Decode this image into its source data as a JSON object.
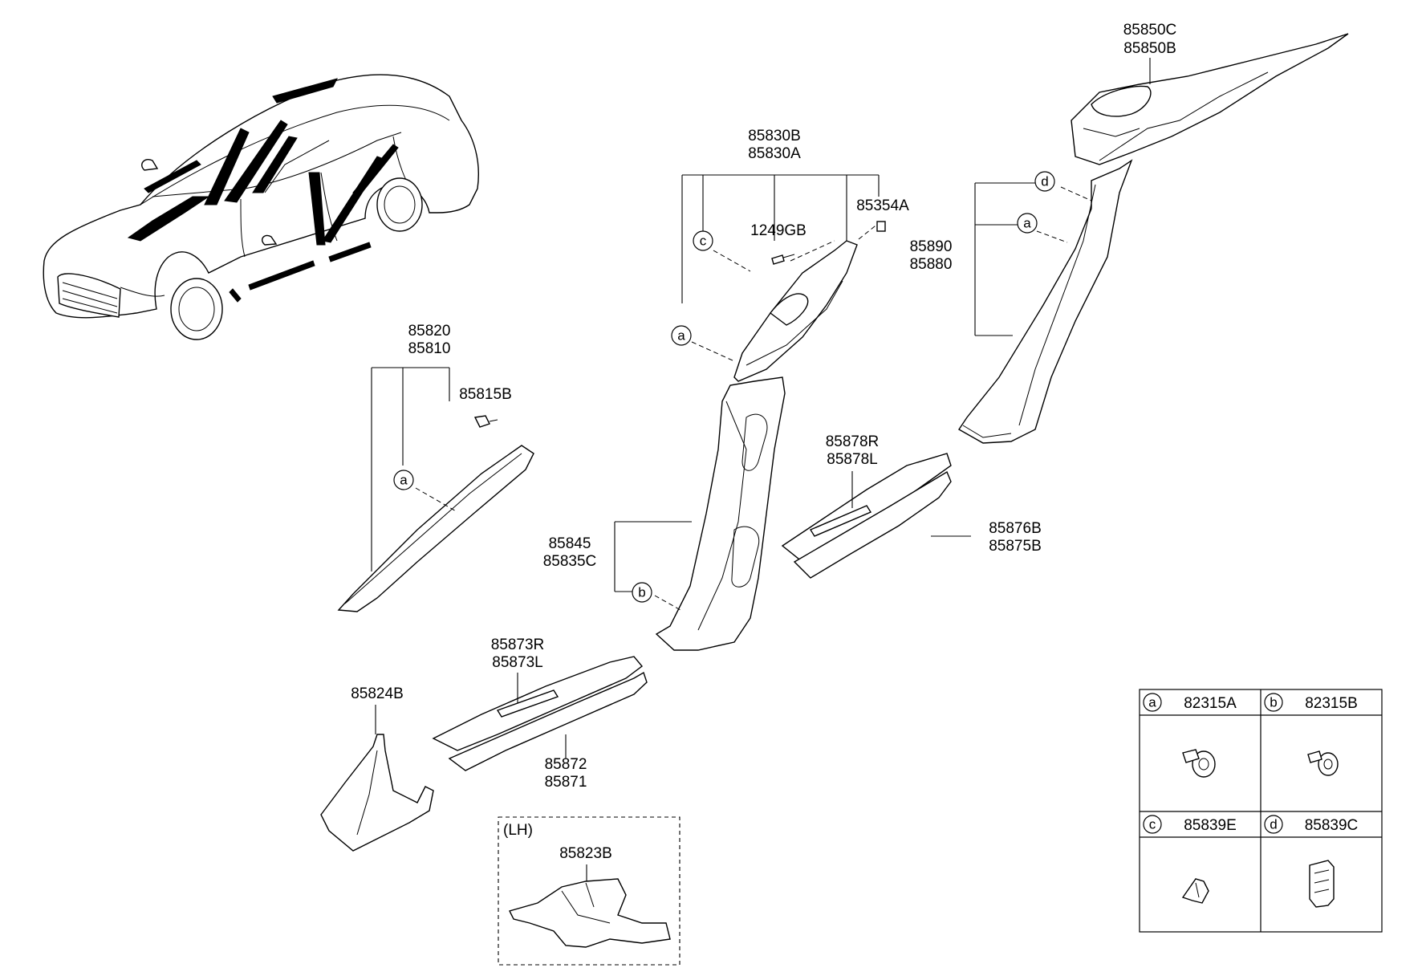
{
  "labels": {
    "p85850": [
      "85850C",
      "85850B"
    ],
    "p85830": [
      "85830B",
      "85830A"
    ],
    "p85354A": "85354A",
    "p1249GB": "1249GB",
    "p85890": [
      "85890",
      "85880"
    ],
    "p85820": [
      "85820",
      "85810"
    ],
    "p85815B": "85815B",
    "p85878": [
      "85878R",
      "85878L"
    ],
    "p85876": [
      "85876B",
      "85875B"
    ],
    "p85845": [
      "85845",
      "85835C"
    ],
    "p85873": [
      "85873R",
      "85873L"
    ],
    "p85872": [
      "85872",
      "85871"
    ],
    "p85824B": "85824B",
    "lh": "(LH)",
    "p85823B": "85823B"
  },
  "callouts": {
    "a": "a",
    "b": "b",
    "c": "c",
    "d": "d"
  },
  "legend": [
    {
      "letter": "a",
      "part": "82315A"
    },
    {
      "letter": "b",
      "part": "82315B"
    },
    {
      "letter": "c",
      "part": "85839E"
    },
    {
      "letter": "d",
      "part": "85839C"
    }
  ]
}
